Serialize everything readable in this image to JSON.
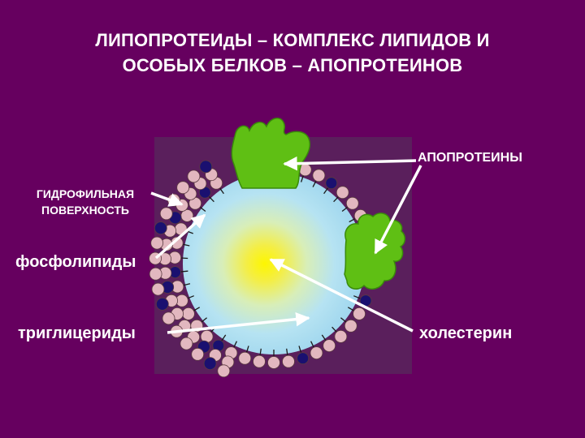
{
  "title": {
    "line1": "ЛИПОПРОТЕИдЫ – КОМПЛЕКС ЛИПИДОВ И",
    "line2": "ОСОБЫХ БЕЛКОВ – АПОПРОТЕИНОВ"
  },
  "labels": {
    "hydrophilic_surface_line1": "ГИДРОФИЛЬНАЯ",
    "hydrophilic_surface_line2": "ПОВЕРХНОСТЬ",
    "phospholipids": "фосфолипиды",
    "triglycerides": "триглицериды",
    "apoproteins": "АПОПРОТЕИНЫ",
    "cholesterol": "холестерин"
  },
  "colors": {
    "background": "#66005f",
    "inner_panel": "#5a1f5c",
    "core_light_blue": "#bfe6f4",
    "core_yellow": "#f6ef2a",
    "phospholipid_head": "#e2b7bf",
    "cholesterol_dot": "#1a1070",
    "apoprotein_green": "#5fbf14",
    "arrow": "#ffffff"
  }
}
